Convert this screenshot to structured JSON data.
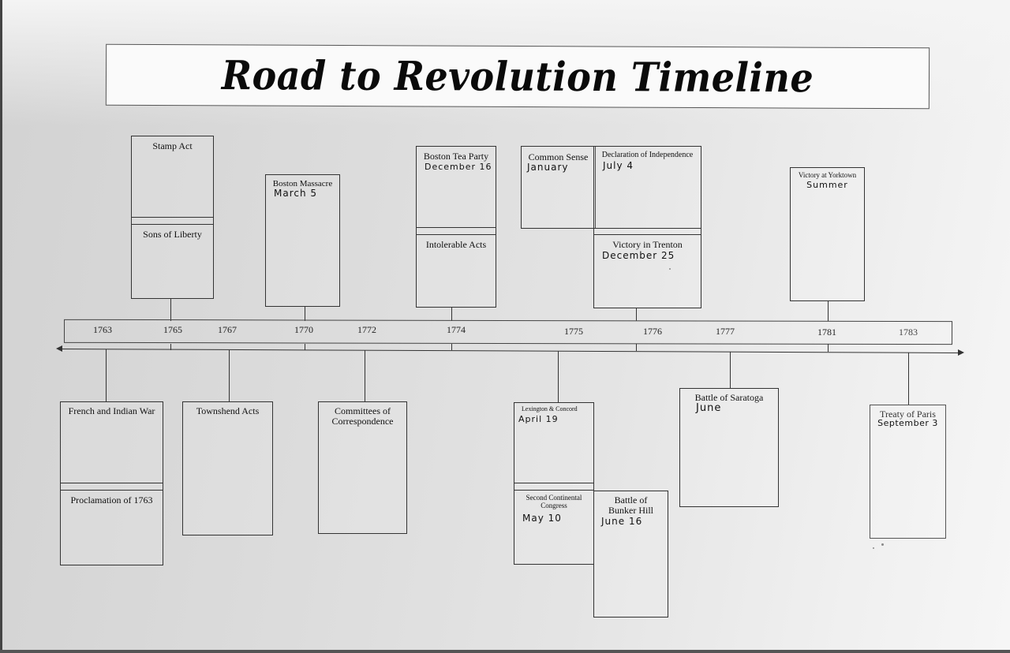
{
  "title": "Road to Revolution Timeline",
  "timeline": {
    "years": [
      "1763",
      "1765",
      "1767",
      "1770",
      "1772",
      "1774",
      "1775",
      "1776",
      "1777",
      "1781",
      "1783"
    ]
  },
  "events_above": [
    {
      "title": "Stamp Act",
      "date": ""
    },
    {
      "title": "Sons of Liberty",
      "date": ""
    },
    {
      "title": "Boston Massacre",
      "date": "March 5"
    },
    {
      "title": "Boston Tea Party",
      "date": "December 16"
    },
    {
      "title": "Intolerable Acts",
      "date": ""
    },
    {
      "title": "Common Sense",
      "date": "January"
    },
    {
      "title": "Declaration of Independence",
      "date": "July 4"
    },
    {
      "title": "Victory in Trenton",
      "date": "December 25"
    },
    {
      "title": "Victory at Yorktown",
      "date": "Summer"
    }
  ],
  "events_below": [
    {
      "title": "French and Indian War",
      "date": ""
    },
    {
      "title": "Proclamation of 1763",
      "date": ""
    },
    {
      "title": "Townshend Acts",
      "date": ""
    },
    {
      "title": "Committees of Correspondence",
      "date": ""
    },
    {
      "title": "Lexington & Concord",
      "date": "April 19"
    },
    {
      "title": "Second Continental Congress",
      "date": "May 10"
    },
    {
      "title": "Battle of Bunker Hill",
      "date": "June 16"
    },
    {
      "title": "Battle of Saratoga",
      "date": "June"
    },
    {
      "title": "Treaty of Paris",
      "date": "September 3"
    }
  ]
}
